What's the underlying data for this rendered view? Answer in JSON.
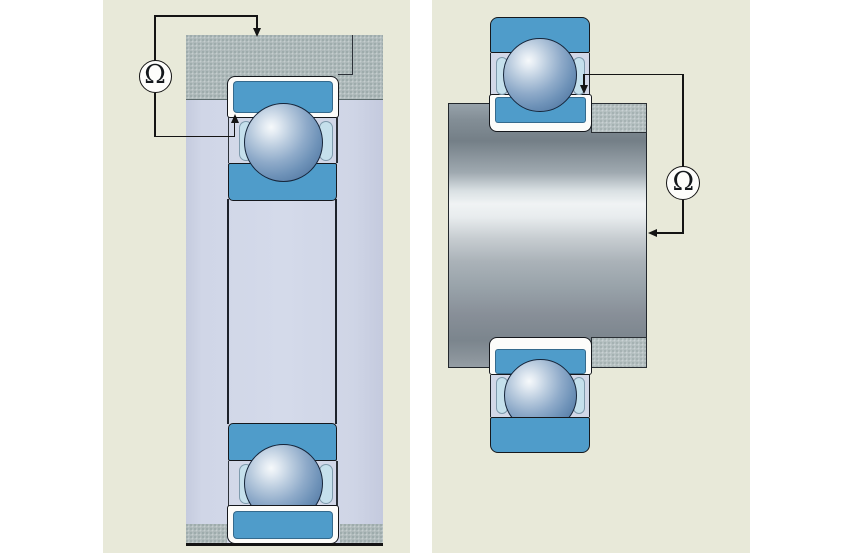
{
  "figure": {
    "kind": "bearing-insulation-measurement-diagram",
    "panels": [
      {
        "id": "left",
        "meter_label": "Ω"
      },
      {
        "id": "right",
        "meter_label": "Ω"
      }
    ]
  },
  "meter_left": {
    "label": "Ω"
  },
  "meter_right": {
    "label": "Ω"
  },
  "colors": {
    "page_bg": "#ffffff",
    "panel_beige": "#e8e9d9",
    "housing_gray": "#aeb9ba",
    "spacer_gray": "#b4bfc0",
    "bore_lavender": "#d2d8e8",
    "ring_blue": "#4f9cca",
    "land_pale_blue": "#c5e0ec",
    "coating_white": "#fcfcfa",
    "outline_dark": "#15181d",
    "wire_black": "#141414",
    "ball_edge_navy": "#16253a",
    "ball_steel": "#6e92b8",
    "ball_highlight": "#f6f9fb",
    "shaft_highlight": "#f0f3f4"
  }
}
